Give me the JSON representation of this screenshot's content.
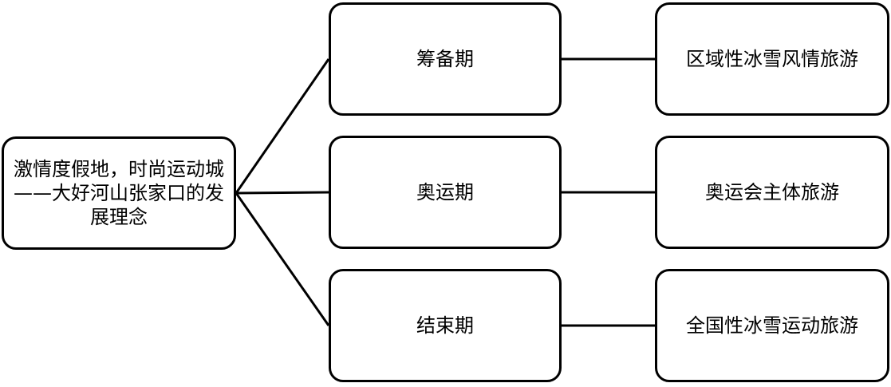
{
  "root": {
    "label": "激情度假地，时尚运动城——大好河山张家口的发展理念"
  },
  "phases": [
    {
      "label": "筹备期",
      "tourism": "区域性冰雪风情旅游"
    },
    {
      "label": "奥运期",
      "tourism": "奥运会主体旅游"
    },
    {
      "label": "结束期",
      "tourism": "全国性冰雪运动旅游"
    }
  ],
  "colors": {
    "line": "#000000",
    "box_border": "#000000",
    "background": "#ffffff"
  }
}
